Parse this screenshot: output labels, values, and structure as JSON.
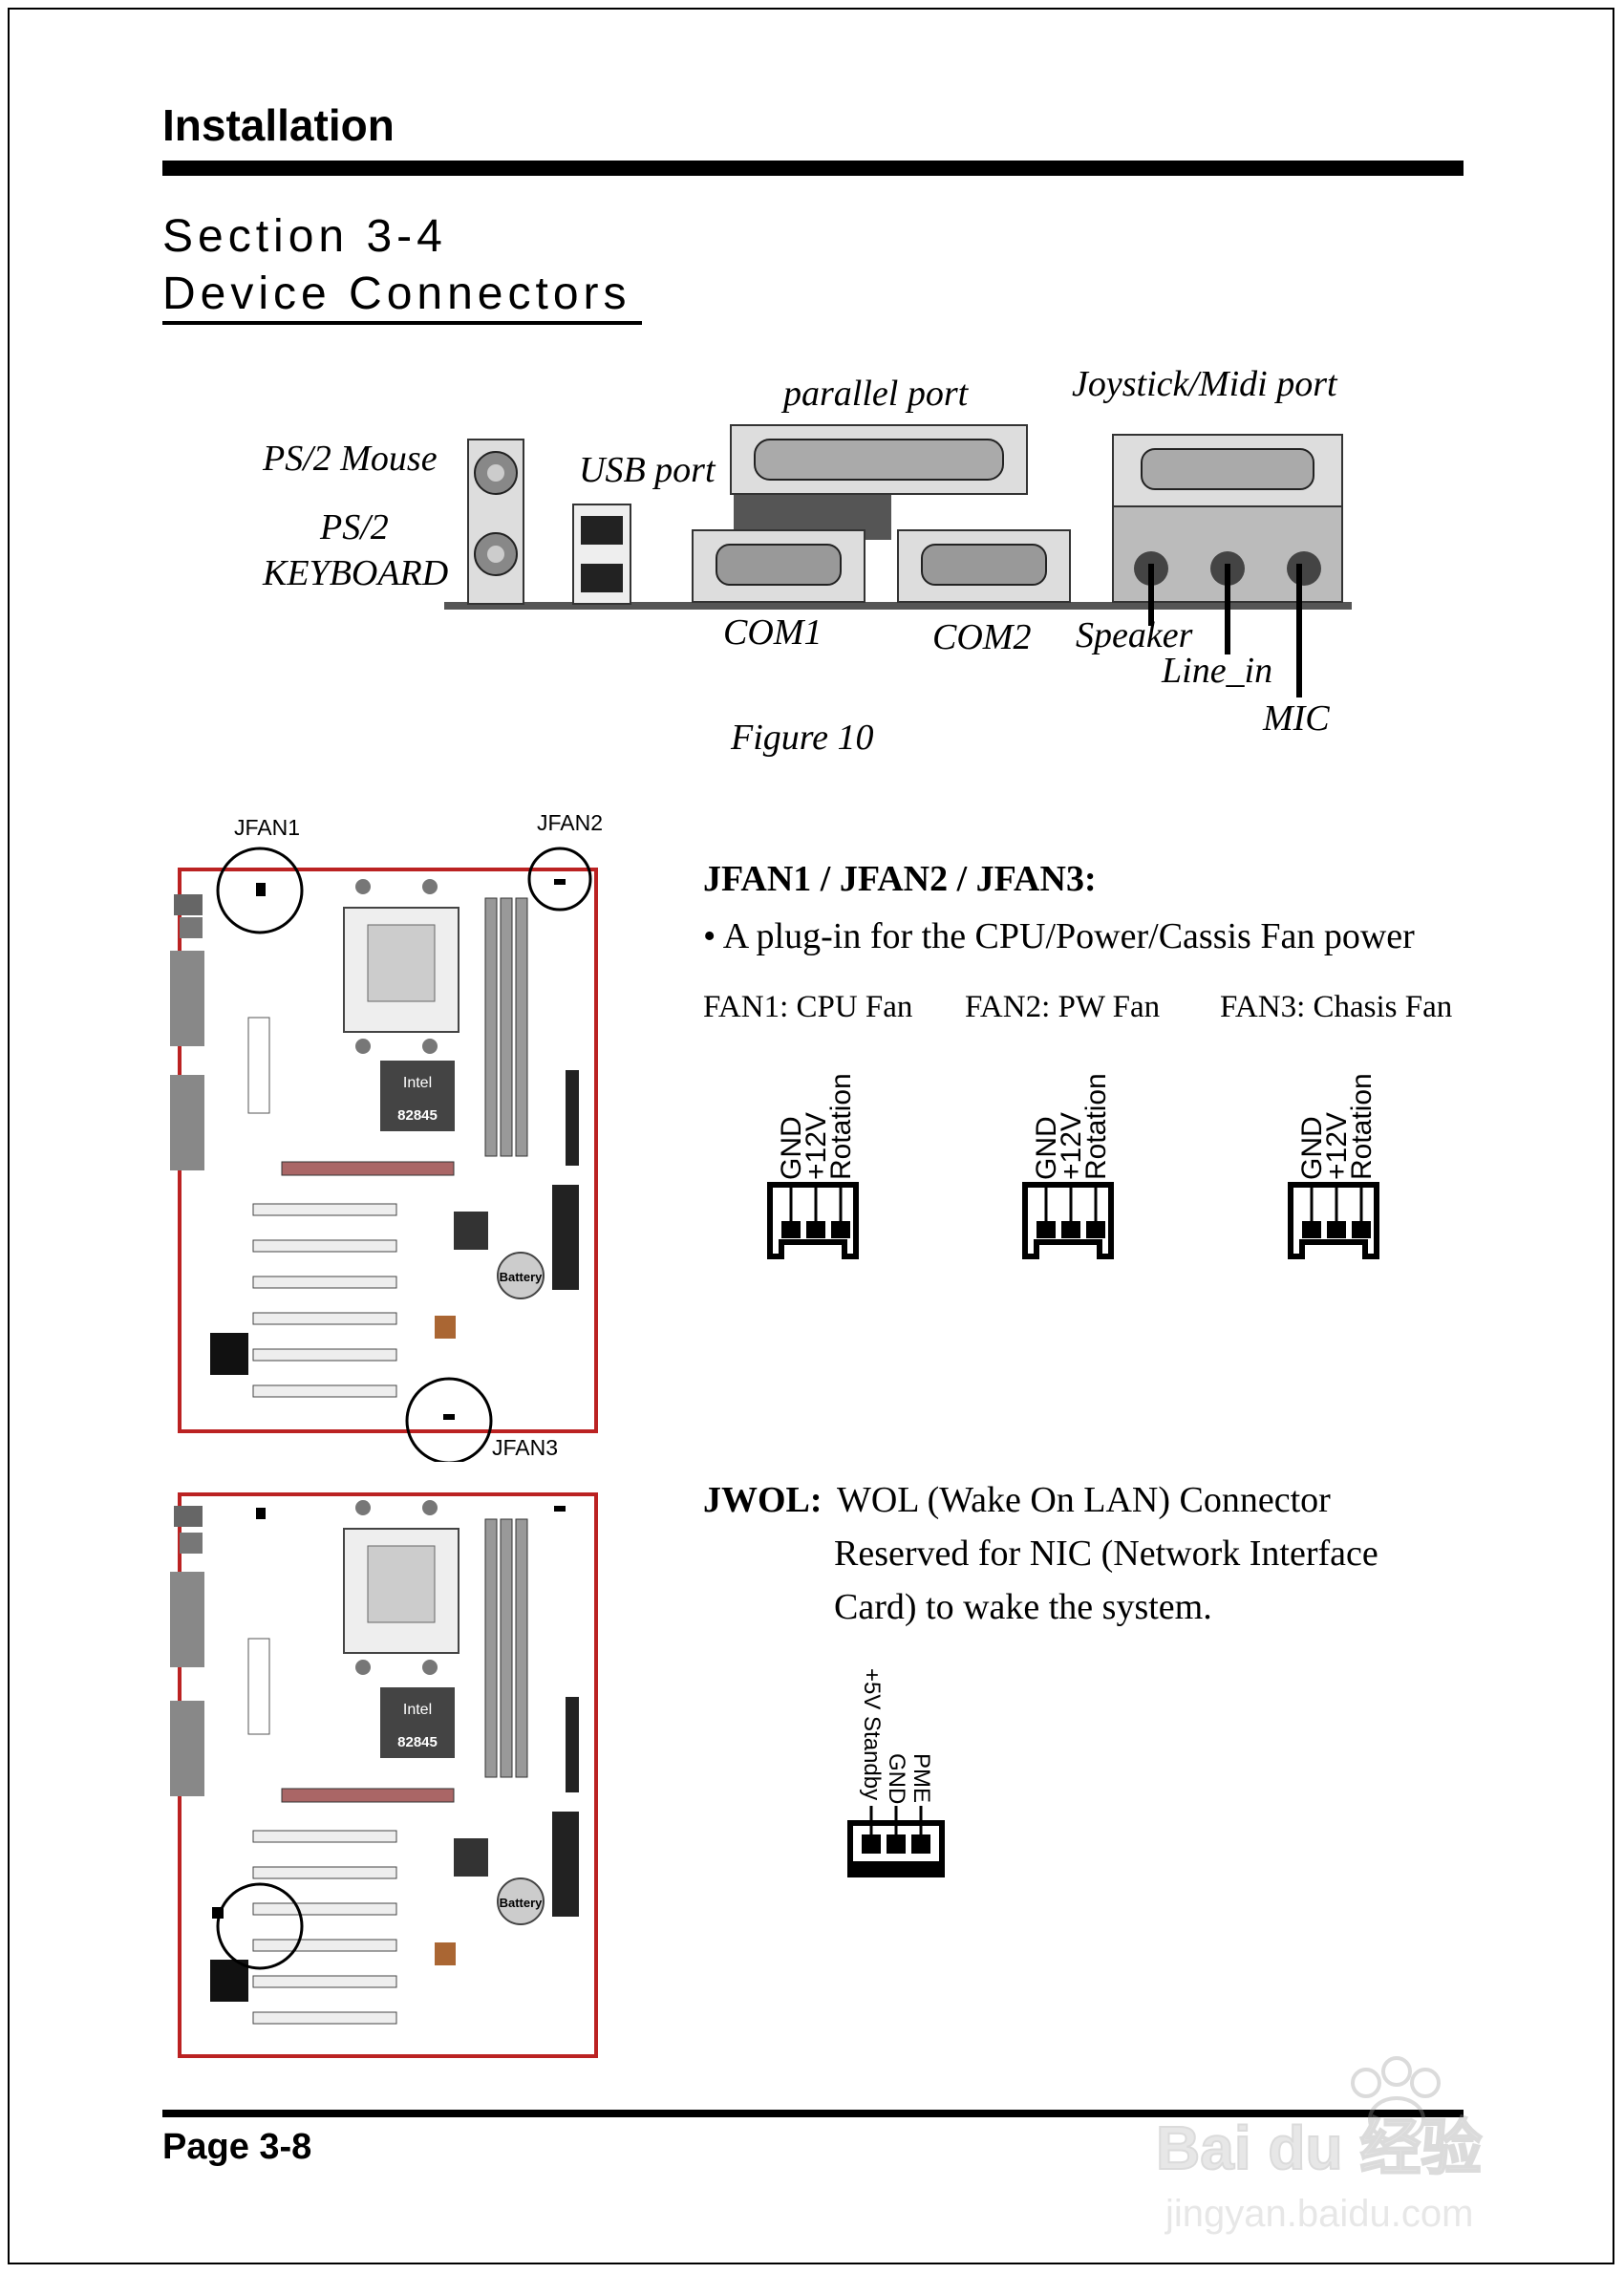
{
  "header": {
    "title": "Installation",
    "page": "Page 3-8"
  },
  "section": {
    "line1": "Section 3-4",
    "line2": "Device Connectors"
  },
  "ports": {
    "ps2_mouse": "PS/2 Mouse",
    "ps2_keyboard_1": "PS/2",
    "ps2_keyboard_2": "KEYBOARD",
    "usb": "USB port",
    "parallel": "parallel port",
    "joystick": "Joystick/Midi port",
    "com1": "COM1",
    "com2": "COM2",
    "speaker": "Speaker",
    "line_in": "Line_in",
    "mic": "MIC",
    "caption": "Figure 10"
  },
  "board1": {
    "jfan1": "JFAN1",
    "jfan2": "JFAN2",
    "jfan3": "JFAN3",
    "chip": "Intel",
    "chip_model": "82845",
    "battery": "Battery"
  },
  "board2": {
    "chip": "Intel",
    "chip_model": "82845",
    "battery": "Battery"
  },
  "jfan": {
    "title": "JFAN1 / JFAN2 / JFAN3:",
    "desc": "• A plug-in for the CPU/Power/Cassis Fan power",
    "fan1": "FAN1: CPU Fan",
    "fan2": "FAN2: PW Fan",
    "fan3": "FAN3: Chasis Fan",
    "pins": [
      "GND",
      "+12V",
      "Rotation"
    ]
  },
  "jwol": {
    "label": "JWOL:",
    "line1": "WOL (Wake On LAN) Connector",
    "line2": "Reserved for NIC (Network Interface",
    "line3": "Card) to wake the system.",
    "pins": [
      "+5V Standby",
      "GND",
      "PME"
    ]
  },
  "watermark": {
    "brand": "Bai du 经验",
    "url": "jingyan.baidu.com"
  }
}
